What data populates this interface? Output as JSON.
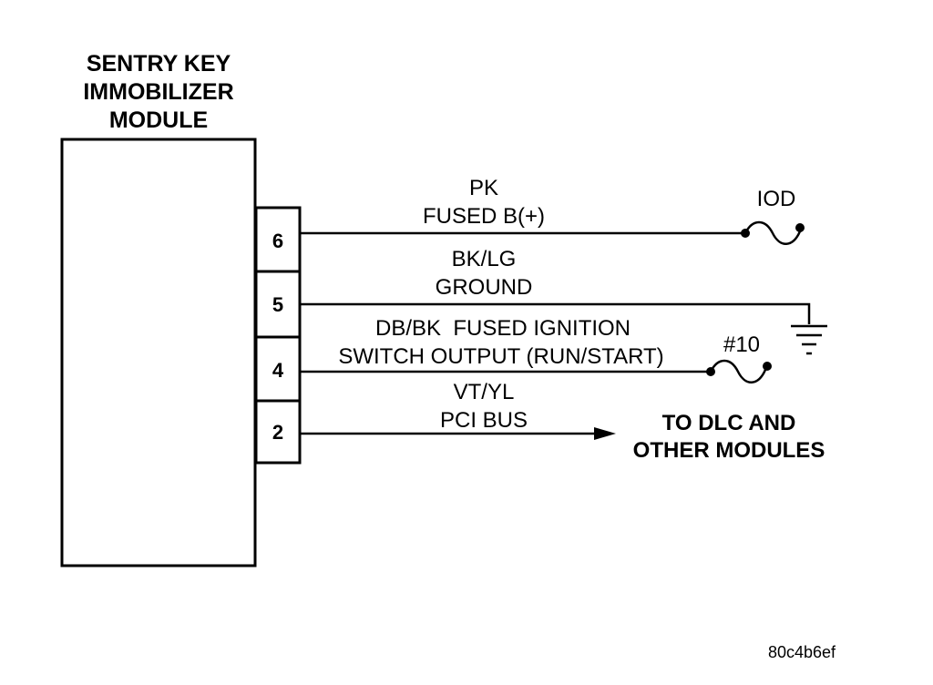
{
  "module": {
    "title_lines": [
      "SENTRY KEY",
      "IMMOBILIZER",
      "MODULE"
    ]
  },
  "pins": [
    {
      "number": "6",
      "wire_color": "PK",
      "circuit": "FUSED B(+)",
      "terminates_at": "IOD fuse"
    },
    {
      "number": "5",
      "wire_color": "BK/LG",
      "circuit": "GROUND",
      "terminates_at": "ground"
    },
    {
      "number": "4",
      "wire_color": "DB/BK",
      "circuit_line1": "FUSED IGNITION",
      "circuit_line2": "SWITCH OUTPUT (RUN/START)",
      "terminates_at": "#10 fuse"
    },
    {
      "number": "2",
      "wire_color": "VT/YL",
      "circuit": "PCI BUS",
      "terminates_at": "arrow"
    }
  ],
  "labels": {
    "pin6_color": "PK",
    "pin6_circuit": "FUSED B(+)",
    "pin6_fuse": "IOD",
    "pin5_color": "BK/LG",
    "pin5_circuit": "GROUND",
    "pin4_color_circuit": "DB/BK  FUSED IGNITION",
    "pin4_circuit_line2": "SWITCH OUTPUT (RUN/START)",
    "pin4_fuse": "#10",
    "pin2_color": "VT/YL",
    "pin2_circuit": "PCI BUS",
    "destination_line1": "TO DLC AND",
    "destination_line2": "OTHER MODULES",
    "reference_code": "80c4b6ef"
  }
}
